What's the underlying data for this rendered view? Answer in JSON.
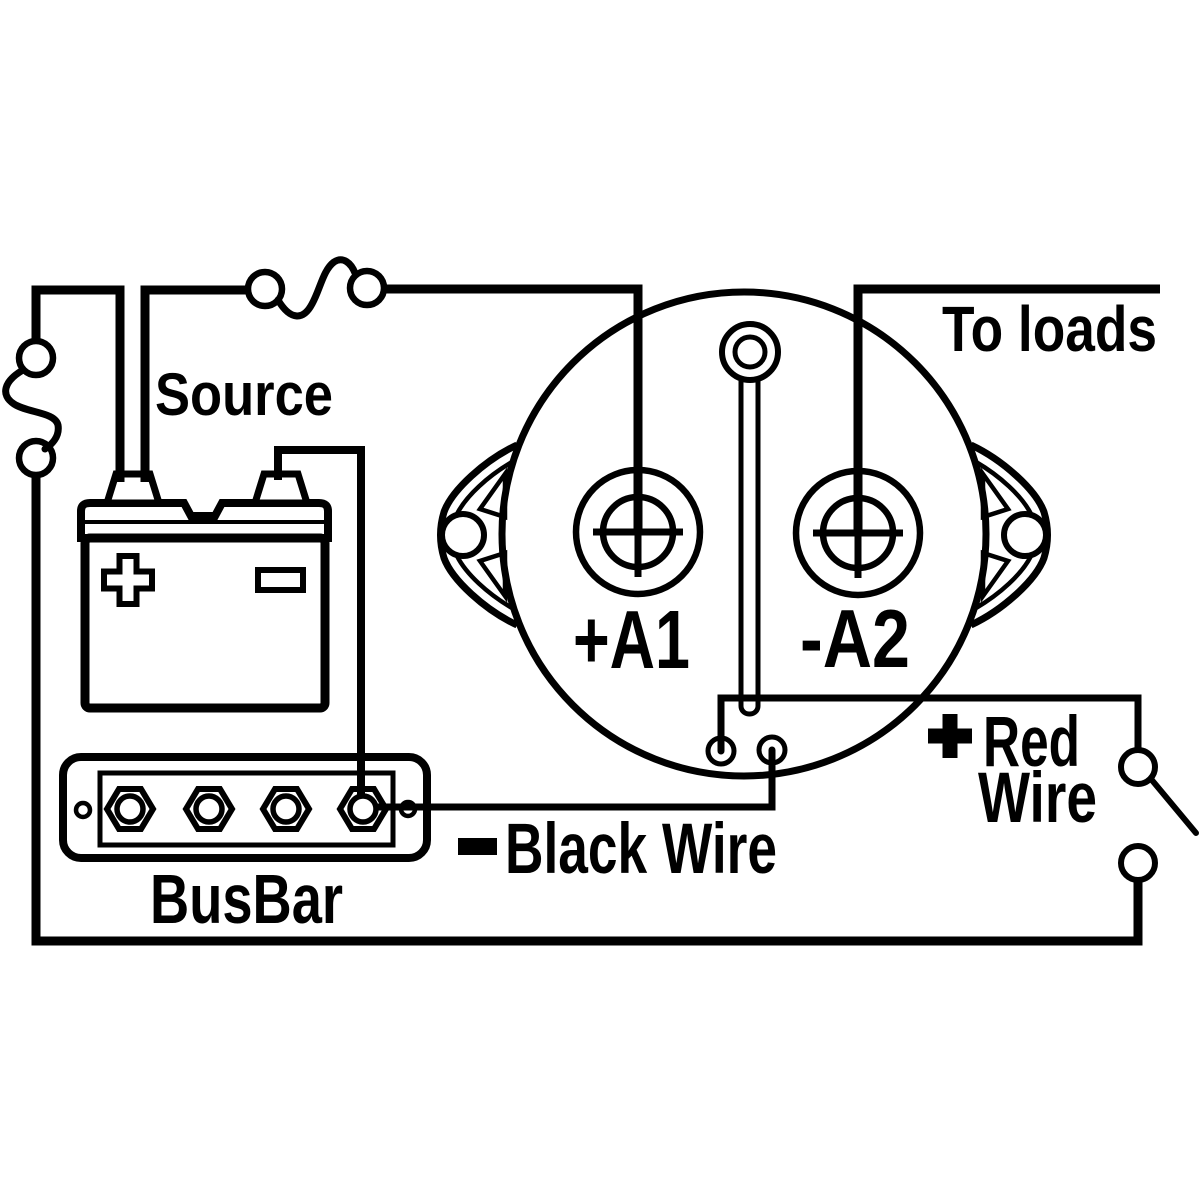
{
  "diagram": {
    "background_color": "#ffffff",
    "line_color": "#000000",
    "labels": {
      "source": "Source",
      "to_loads": "To loads",
      "terminal_a1": "+A1",
      "terminal_a2": "-A2",
      "busbar": "BusBar",
      "black_wire": "Black Wire",
      "red_wire_line1": "Red",
      "red_wire_line2": "Wire"
    },
    "signs": {
      "black_wire_sign": "−",
      "red_wire_sign": "+",
      "battery_positive_sign": "+",
      "battery_negative_sign": "−"
    }
  }
}
